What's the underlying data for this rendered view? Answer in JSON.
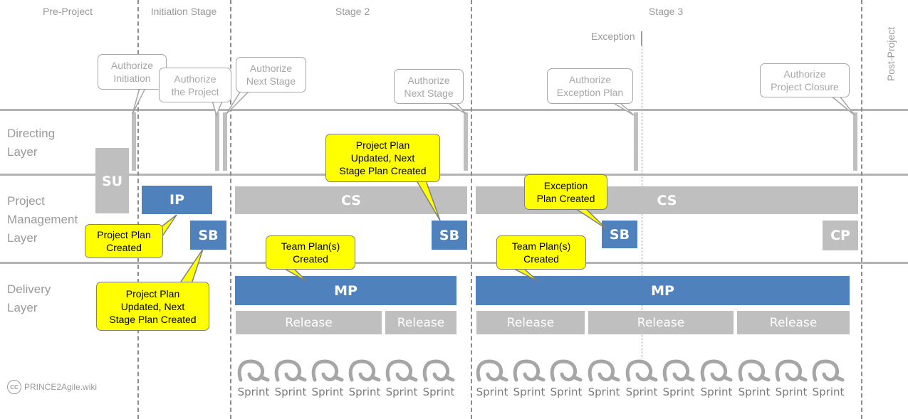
{
  "stages": {
    "pre_project": "Pre-Project",
    "initiation": "Initiation Stage",
    "stage2": "Stage 2",
    "stage3": "Stage 3",
    "post_project": "Post-Project",
    "exception": "Exception"
  },
  "layers": {
    "directing": [
      "Directing",
      "Layer"
    ],
    "management": [
      "Project",
      "Management",
      "Layer"
    ],
    "delivery": [
      "Delivery",
      "Layer"
    ]
  },
  "blocks": {
    "su": "SU",
    "ip": "IP",
    "sb": "SB",
    "cs": "CS",
    "cp": "CP",
    "mp": "MP",
    "release": "Release"
  },
  "sprint_label": "Sprint",
  "authorize_callouts": {
    "initiation": [
      "Authorize",
      "Initiation"
    ],
    "project": [
      "Authorize",
      "the Project"
    ],
    "next_stage_1": [
      "Authorize",
      "Next Stage"
    ],
    "next_stage_2": [
      "Authorize",
      "Next Stage"
    ],
    "exception_plan": [
      "Authorize",
      "Exception Plan"
    ],
    "project_closure": [
      "Authorize",
      "Project Closure"
    ]
  },
  "yellow_callouts": {
    "project_plan_created": [
      "Project Plan",
      "Created"
    ],
    "plan_updated_1": [
      "Project Plan",
      "Updated, Next",
      "Stage Plan Created"
    ],
    "plan_updated_2": [
      "Project Plan",
      "Updated, Next",
      "Stage Plan Created"
    ],
    "team_plans_1": [
      "Team Plan(s)",
      "Created"
    ],
    "team_plans_2": [
      "Team Plan(s)",
      "Created"
    ],
    "exception_plan_created": [
      "Exception",
      "Plan Created"
    ]
  },
  "footer": {
    "cc_icon": "CC",
    "brand": "PRINCE2Agile.wiki"
  },
  "colors": {
    "blue": "#4f81bd",
    "grey": "#bfbfbf",
    "yellow": "#ffff00"
  }
}
